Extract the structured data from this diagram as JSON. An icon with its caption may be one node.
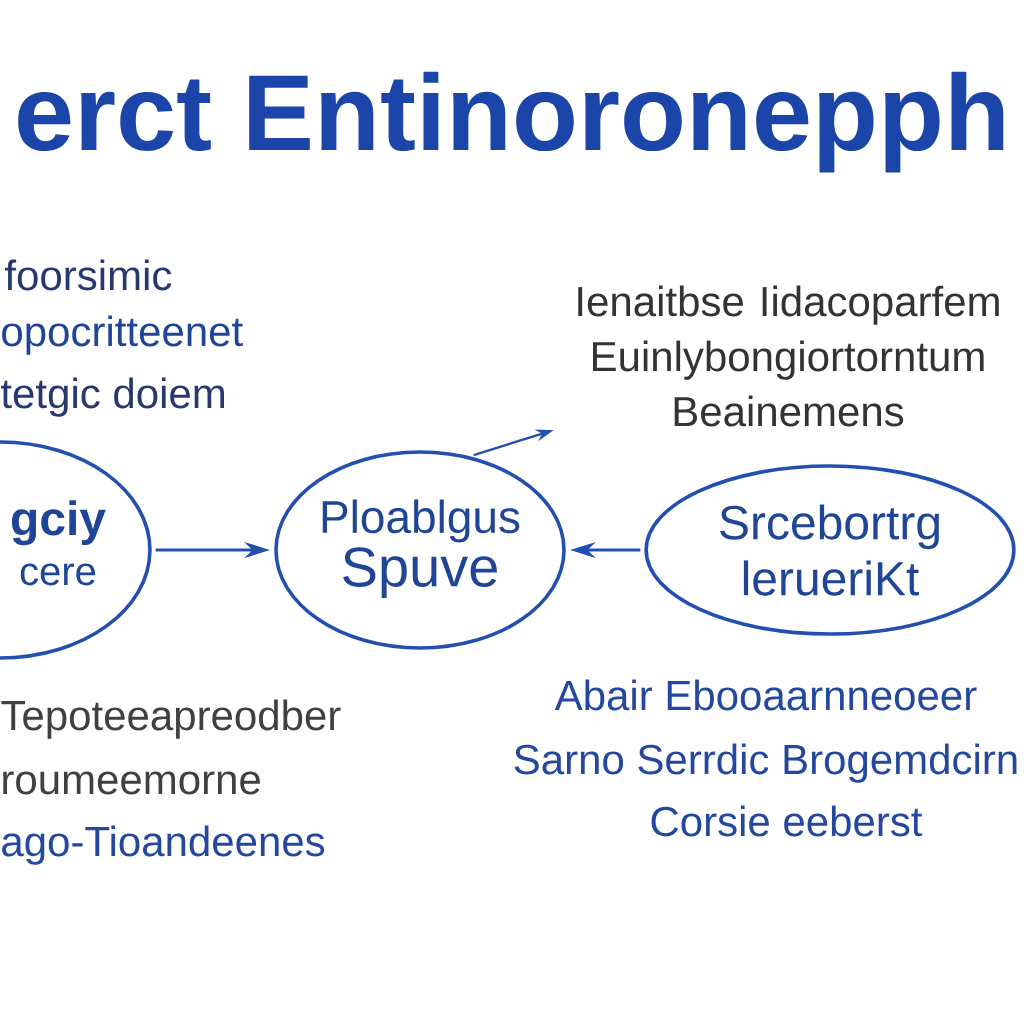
{
  "diagram": {
    "title": "erct Entinoronepph",
    "nodes": [
      {
        "text": [
          "gciy",
          "cere"
        ]
      },
      {
        "text": [
          "Ploablgus",
          "Spuve"
        ]
      },
      {
        "text": [
          "Srcebortrg lerueriKt"
        ]
      },
      {
        "text": [
          "Ienaitbse Iidacoparfem Euinlybongiortorntum Beainemens"
        ]
      }
    ],
    "edges": [
      {
        "from": 0,
        "to": 1,
        "arrow": "to"
      },
      {
        "from": 2,
        "to": 1,
        "arrow": "to"
      },
      {
        "from": 1,
        "to": 3,
        "arrow": "to"
      }
    ],
    "labels": [
      "foorsimic",
      "opocritteenet",
      "tetgic doiem",
      "Abair Ebooaarnneoeer",
      "Tepoteeapreodber",
      "Sarno Serrdic Brogemdcirn",
      "roumeemorne",
      "Corsie eeberst",
      "ago-Tioandeenes"
    ]
  }
}
